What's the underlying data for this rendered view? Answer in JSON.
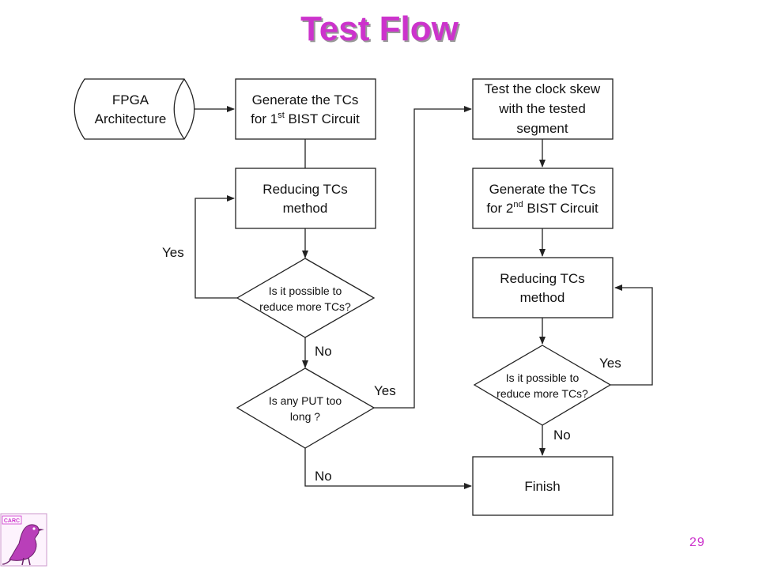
{
  "slide": {
    "title": "Test Flow",
    "page_number": "29"
  },
  "logo": {
    "icon": "bird-logo-icon",
    "text": "CARC",
    "color": "#cc33cc"
  },
  "colors": {
    "title": "#cc33cc",
    "stroke": "#222222",
    "fill": "#ffffff"
  },
  "flowchart": {
    "nodes": {
      "fpga": {
        "line1": "FPGA",
        "line2": "Architecture"
      },
      "gen1": {
        "line1": "Generate the TCs",
        "line2_pre": "for 1",
        "line2_sup": "st",
        "line2_post": " BIST Circuit"
      },
      "reduce1": {
        "line1": "Reducing TCs",
        "line2": "method"
      },
      "decide_reduce1": {
        "line1": "Is it possible to",
        "line2": "reduce more TCs?"
      },
      "decide_put": {
        "line1": "Is any PUT too",
        "line2": "long ?"
      },
      "clock_skew": {
        "line1": "Test the clock skew",
        "line2": "with the tested",
        "line3": "segment"
      },
      "gen2": {
        "line1": "Generate the TCs",
        "line2_pre": "for 2",
        "line2_sup": "nd",
        "line2_post": " BIST Circuit"
      },
      "reduce2": {
        "line1": "Reducing TCs",
        "line2": "method"
      },
      "decide_reduce2": {
        "line1": "Is it possible to",
        "line2": "reduce more TCs?"
      },
      "finish": {
        "line1": "Finish"
      }
    },
    "edge_labels": {
      "yes_loop1": "Yes",
      "no_reduce1": "No",
      "yes_put": "Yes",
      "no_put": "No",
      "yes_loop2": "Yes",
      "no_reduce2": "No"
    }
  }
}
